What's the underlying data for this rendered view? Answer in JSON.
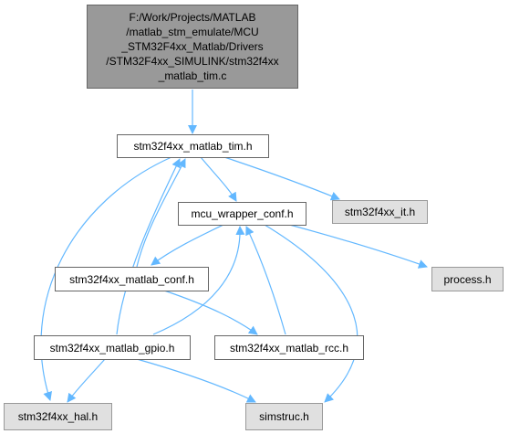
{
  "root": {
    "lines": [
      "F:/Work/Projects/MATLAB",
      "/matlab_stm_emulate/MCU",
      "_STM32F4xx_Matlab/Drivers",
      "/STM32F4xx_SIMULINK/stm32f4xx",
      "_matlab_tim.c"
    ]
  },
  "nodes": {
    "tim_h": "stm32f4xx_matlab_tim.h",
    "wrapper_conf": "mcu_wrapper_conf.h",
    "it_h": "stm32f4xx_it.h",
    "process_h": "process.h",
    "conf_h": "stm32f4xx_matlab_conf.h",
    "gpio_h": "stm32f4xx_matlab_gpio.h",
    "rcc_h": "stm32f4xx_matlab_rcc.h",
    "hal_h": "stm32f4xx_hal.h",
    "simstruc_h": "simstruc.h"
  },
  "colors": {
    "edge": "#63b8ff",
    "root_fill": "#999999",
    "external_fill": "#e0e0e0"
  }
}
